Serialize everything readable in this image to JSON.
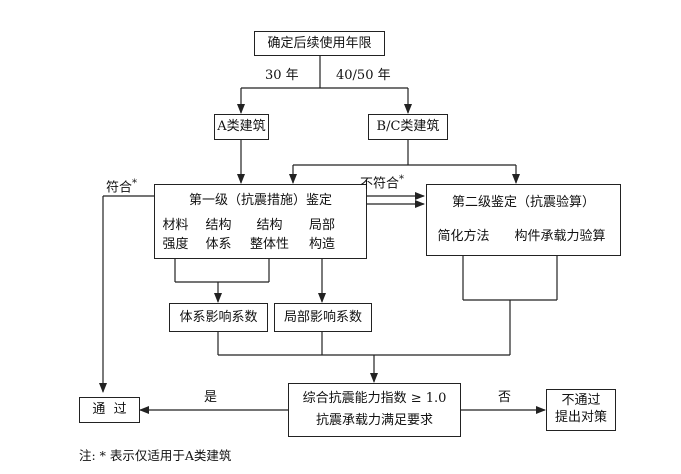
{
  "flow": {
    "start": "确定后续使用年限",
    "branch_a_label": "30 年",
    "branch_bc_label": "40/50 年",
    "class_a": "A类建筑",
    "class_bc": "B/C类建筑",
    "level1": {
      "title": "第一级（抗震措施）鉴定",
      "items": [
        {
          "line1": "材料",
          "line2": "强度"
        },
        {
          "line1": "结构",
          "line2": "体系"
        },
        {
          "line1": "结构",
          "line2": "整体性"
        },
        {
          "line1": "局部",
          "line2": "构造"
        }
      ]
    },
    "level2": {
      "title": "第二级鉴定（抗震验算）",
      "items": [
        "简化方法",
        "构件承载力验算"
      ]
    },
    "conform_label": "符合",
    "not_conform_label": "不符合",
    "asterisk": "*",
    "system_factor": "体系影响系数",
    "local_factor": "局部影响系数",
    "composite": {
      "line1": "综合抗震能力指数 ≥ 1.0",
      "line2": "抗震承载力满足要求"
    },
    "yes_label": "是",
    "no_label": "否",
    "pass": "通  过",
    "fail": {
      "line1": "不通过",
      "line2": "提出对策"
    }
  },
  "note": "注: * 表示仅适用于A类建筑"
}
